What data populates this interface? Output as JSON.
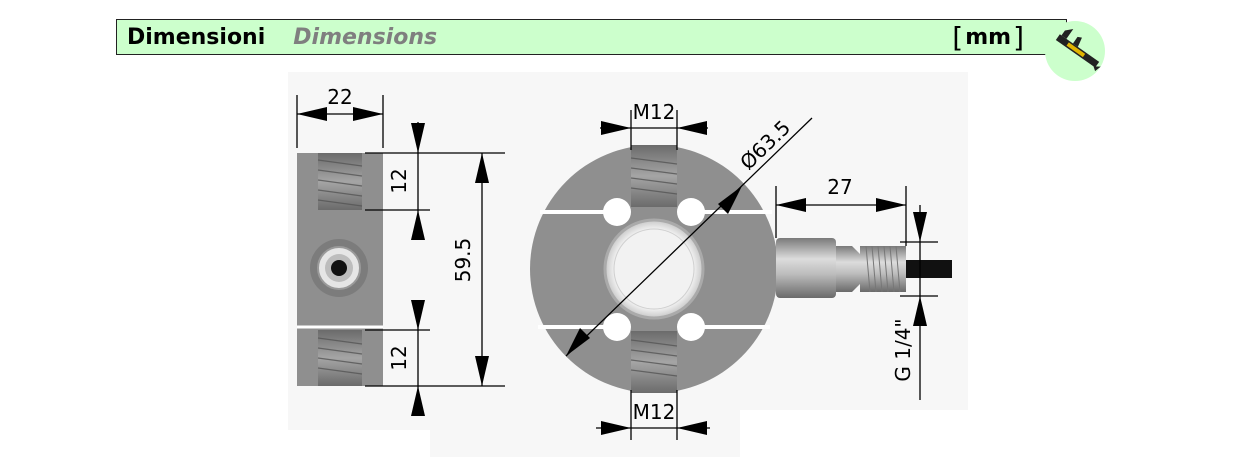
{
  "header": {
    "title_it": "Dimensioni",
    "title_en": "Dimensions",
    "unit": "mm",
    "bracket_open": "[",
    "bracket_close": "]"
  },
  "logo": {
    "icon": "caliper-icon",
    "background": "#ccffcc"
  },
  "dimensions": {
    "side_width": "22",
    "thread_top_height": "12",
    "thread_bottom_height": "12",
    "total_height": "59.5",
    "thread_top": "M12",
    "thread_bottom": "M12",
    "diameter": "Ø63.5",
    "connector_length": "27",
    "connector_thread": "G 1/4\""
  },
  "colors": {
    "header_background": "#ccffcc",
    "header_text_secondary": "#7f7f7f",
    "part_gray": "#8f8f8f"
  }
}
